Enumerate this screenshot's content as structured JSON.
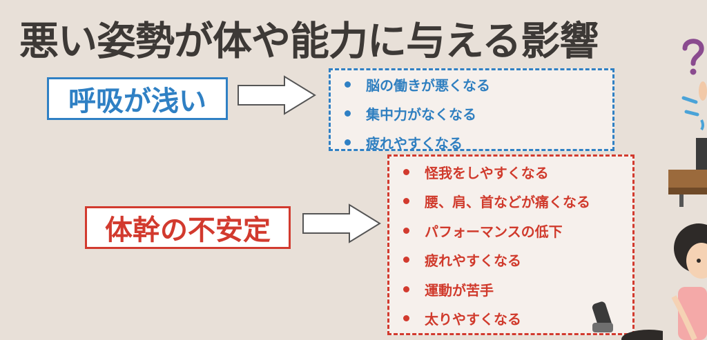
{
  "title": "悪い姿勢が体や能力に与える影響",
  "causes": [
    {
      "label": "呼吸が浅い",
      "effects": [
        "脳の働きが悪くなる",
        "集中力がなくなる",
        "疲れやすくなる"
      ]
    },
    {
      "label": "体幹の不安定",
      "effects": [
        "怪我をしやすくなる",
        "腰、肩、首などが痛くなる",
        "パフォーマンスの低下",
        "疲れやすくなる",
        "運動が苦手",
        "太りやすくなる"
      ]
    }
  ],
  "colors": {
    "background": "#e8e0d8",
    "title": "#3d3936",
    "blue": "#2f80c4",
    "red": "#d23a2e"
  },
  "icons": [
    "question-mark-icon",
    "sweat-drops-icon",
    "desk-illustration-icon",
    "child-illustration-icon",
    "sitting-person-illustration-icon"
  ]
}
